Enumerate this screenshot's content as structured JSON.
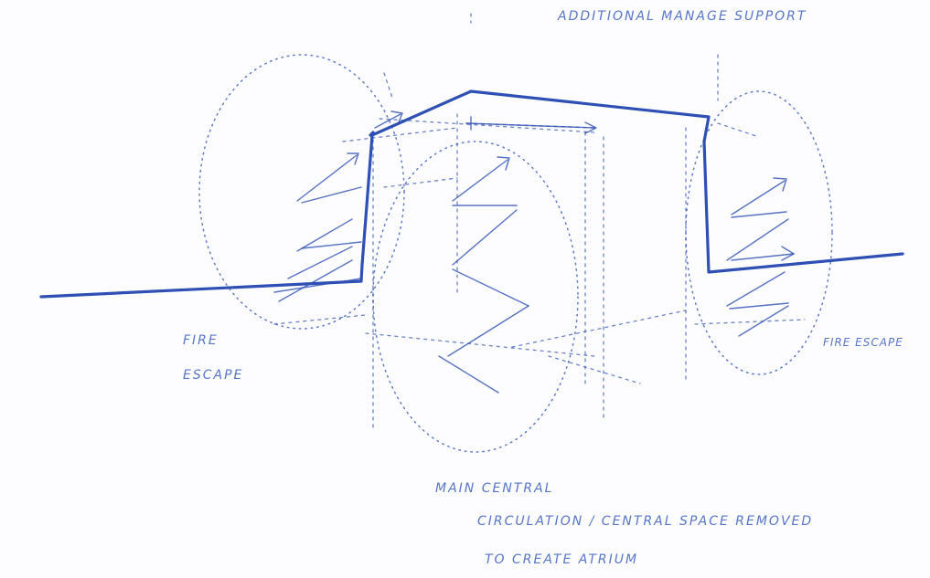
{
  "colors": {
    "ink": "#2e4fb3",
    "paper": "#fdfdff"
  },
  "labels": {
    "top": "ADDITIONAL MANAGE SUPPORT",
    "fire_escape_line1": "FIRE",
    "fire_escape_line2": "ESCAPE",
    "right_escape": "FIRE ESCAPE",
    "main_line1": "MAIN CENTRAL",
    "main_line2": "CIRCULATION / CENTRAL SPACE REMOVED",
    "main_line3": "TO CREATE ATRIUM"
  }
}
